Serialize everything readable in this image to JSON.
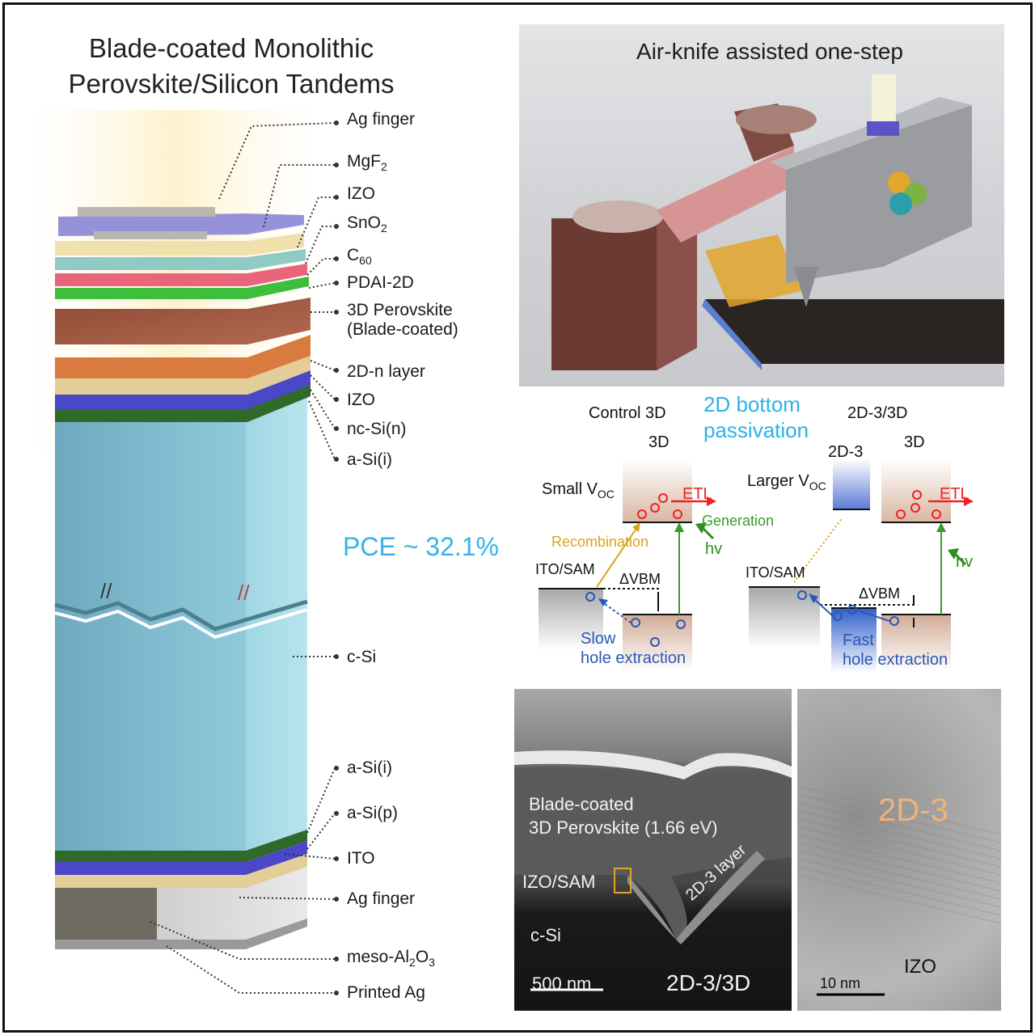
{
  "title": [
    "Blade-coated Monolithic",
    "Perovskite/Silicon Tandems"
  ],
  "stack_labels": {
    "ag_finger_top": "Ag finger",
    "mgf2": "MgF",
    "mgf2_sub": "2",
    "izo_top": "IZO",
    "sno2": "SnO",
    "sno2_sub": "2",
    "c60": "C",
    "c60_sub": "60",
    "pdai": "PDAI-2D",
    "perovskite_1": "3D Perovskite",
    "perovskite_2": "(Blade-coated)",
    "layer_2dn": "2D-n layer",
    "izo_mid": "IZO",
    "ncsi": "nc-Si(n)",
    "asi_i_top": "a-Si(i)",
    "csi": "c-Si",
    "asi_i_bot": "a-Si(i)",
    "asi_p": "a-Si(p)",
    "ito": "ITO",
    "ag_finger_bot": "Ag finger",
    "meso": "meso-Al",
    "meso_sub1": "2",
    "meso_o": "O",
    "meso_sub2": "3",
    "printed_ag": "Printed Ag"
  },
  "pce": "PCE ~ 32.1%",
  "air_knife": {
    "title": "Air-knife assisted one-step"
  },
  "band": {
    "control_title": "Control 3D",
    "passivation": [
      "2D bottom",
      "passivation"
    ],
    "tandem_title": "2D-3/3D",
    "band_3d_left": "3D",
    "band_2d3": "2D-3",
    "band_3d_right": "3D",
    "small_voc": "Small V",
    "larger_voc": "Larger V",
    "voc_sub": "OC",
    "etl": "ETL",
    "generation": "Generation",
    "recombination": "Recombination",
    "hv": "hv",
    "ito_sam": "ITO/SAM",
    "dvbm": "ΔVBM",
    "slow": [
      "Slow",
      "hole extraction"
    ],
    "fast": [
      "Fast",
      "hole extraction"
    ],
    "colors": {
      "etl": "#e22222",
      "generation": "#3a9a2d",
      "recombination": "#d9a21e",
      "hole": "#2a58b5",
      "passivation": "#2fb1e6"
    }
  },
  "tem": {
    "perovskite": [
      "Blade-coated",
      "3D Perovskite (1.66 eV)"
    ],
    "izo_sam": "IZO/SAM",
    "csi": "c-Si",
    "layer": "2D-3 layer",
    "scale": "500 nm",
    "sample": "2D-3/3D"
  },
  "hrtem": {
    "label": "2D-3",
    "izo": "IZO",
    "scale": "10 nm"
  }
}
